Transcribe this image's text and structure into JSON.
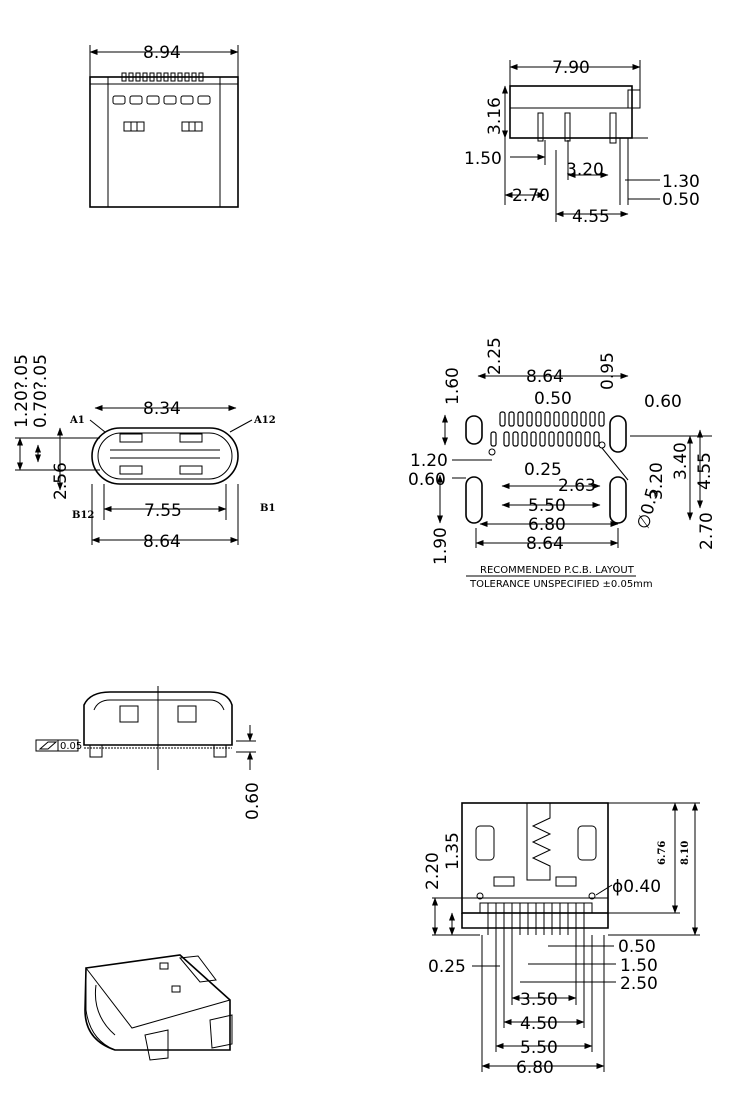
{
  "top_view": {
    "width": "8.94"
  },
  "side_view": {
    "length": "7.90",
    "height": "3.16",
    "d1": "1.50",
    "d2": "3.20",
    "d3": "1.30",
    "d4": "2.70",
    "d5": "0.50",
    "d6": "4.55"
  },
  "front_view": {
    "h1": "1.20?.05",
    "h2": "0.70?.05",
    "top": "8.34",
    "inner": "7.55",
    "bottom": "8.64",
    "height": "2.56",
    "a1": "A1",
    "a12": "A12",
    "b12": "B12",
    "b1": "B1"
  },
  "pcb_layout": {
    "w_top": "8.64",
    "pitch": "0.50",
    "slot_w": "0.60",
    "d225": "2.25",
    "d095": "0.95",
    "d160": "1.60",
    "d120": "1.20",
    "d025": "0.25",
    "d060": "0.60",
    "d263": "2.63",
    "d320": "3.20",
    "d340": "3.40",
    "d455": "4.55",
    "d550": "5.50",
    "d680": "6.80",
    "hole_dia": "∅0.5",
    "d190": "1.90",
    "w_bottom": "8.64",
    "d270": "2.70",
    "caption": "RECOMMENDED   P.C.B.  LAYOUT",
    "tolerance": "TOLERANCE  UNSPECIFIED  ±0.05mm"
  },
  "rear_view": {
    "flatness": "0.05",
    "standoff": "0.60"
  },
  "bottom_view": {
    "d220": "2.20",
    "d135": "1.35",
    "dia": "ϕ0.40",
    "d676": "6.76",
    "d810": "8.10",
    "d050": "0.50",
    "d025": "0.25",
    "d150": "1.50",
    "d250": "2.50",
    "d350": "3.50",
    "d450": "4.50",
    "d550": "5.50",
    "d680": "6.80"
  }
}
